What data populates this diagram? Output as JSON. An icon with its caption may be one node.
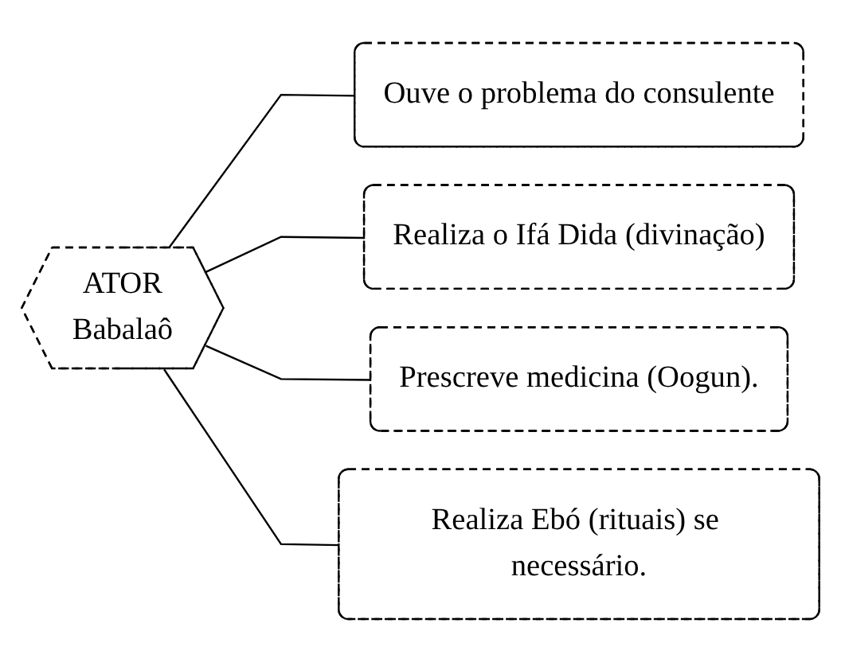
{
  "diagram": {
    "nodes": [
      {
        "text": [
          "ATOR",
          "Babalaô"
        ]
      },
      {
        "text": [
          "Ouve o problema do consulente"
        ]
      },
      {
        "text": [
          "Realiza o Ifá Dida (divinação)"
        ]
      },
      {
        "text": [
          "Prescreve medicina (Oogun)."
        ]
      },
      {
        "text": [
          "Realiza Ebó (rituais) se necessário."
        ]
      }
    ],
    "edges": [
      {
        "from": 0,
        "to": 1,
        "arrow": "none"
      },
      {
        "from": 0,
        "to": 2,
        "arrow": "none"
      },
      {
        "from": 0,
        "to": 3,
        "arrow": "none"
      },
      {
        "from": 0,
        "to": 4,
        "arrow": "none"
      }
    ]
  }
}
